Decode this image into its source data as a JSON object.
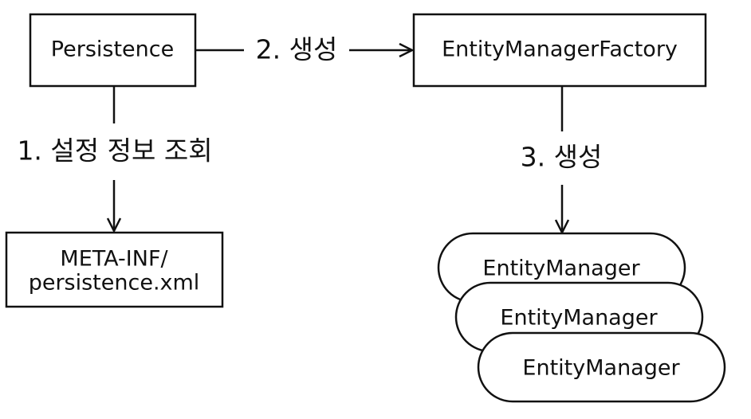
{
  "nodes": {
    "persistence": {
      "label": "Persistence"
    },
    "meta_inf": {
      "line1": "META-INF/",
      "line2": "persistence.xml"
    },
    "factory": {
      "label": "EntityManagerFactory"
    },
    "entity_managers": [
      {
        "label": "EntityManager"
      },
      {
        "label": "EntityManager"
      },
      {
        "label": "EntityManager"
      }
    ]
  },
  "edges": {
    "step1": {
      "label": "1. 설정 정보 조회"
    },
    "step2": {
      "label": "2. 생성"
    },
    "step3": {
      "label": "3. 생성"
    }
  }
}
